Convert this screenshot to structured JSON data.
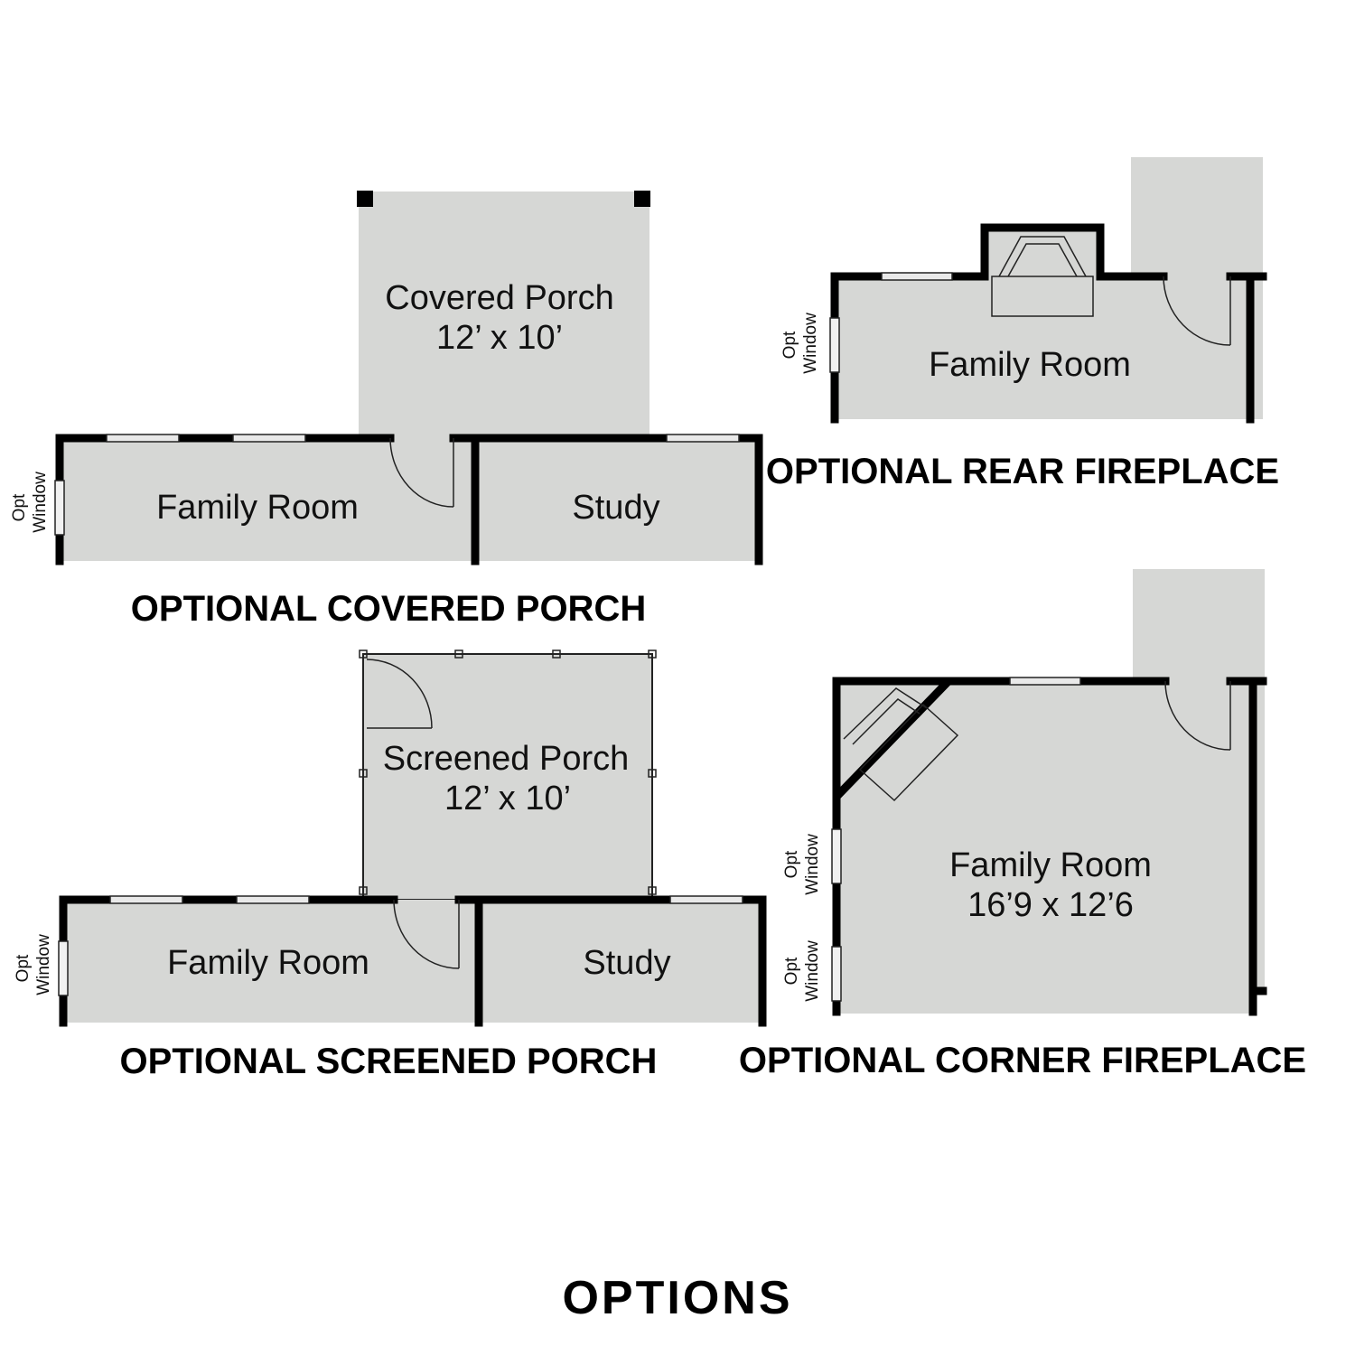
{
  "colors": {
    "floor": "#d6d7d5",
    "wall": "#000000",
    "background": "#ffffff"
  },
  "covered": {
    "porch_name": "Covered Porch",
    "porch_dims": "12’ x 10’",
    "family_room": "Family Room",
    "study": "Study",
    "opt_window_1": "Opt",
    "opt_window_2": "Window",
    "caption": "OPTIONAL COVERED PORCH"
  },
  "rear": {
    "family_room": "Family Room",
    "opt_window_1": "Opt",
    "opt_window_2": "Window",
    "caption": "OPTIONAL REAR FIREPLACE"
  },
  "screened": {
    "porch_name": "Screened Porch",
    "porch_dims": "12’ x 10’",
    "family_room": "Family Room",
    "study": "Study",
    "opt_window_1": "Opt",
    "opt_window_2": "Window",
    "caption": "OPTIONAL SCREENED PORCH"
  },
  "corner": {
    "family_room": "Family Room",
    "family_room_dims": "16’9 x 12’6",
    "opt_window_a1": "Opt",
    "opt_window_a2": "Window",
    "opt_window_b1": "Opt",
    "opt_window_b2": "Window",
    "caption": "OPTIONAL CORNER FIREPLACE"
  },
  "page_title": "OPTIONS"
}
